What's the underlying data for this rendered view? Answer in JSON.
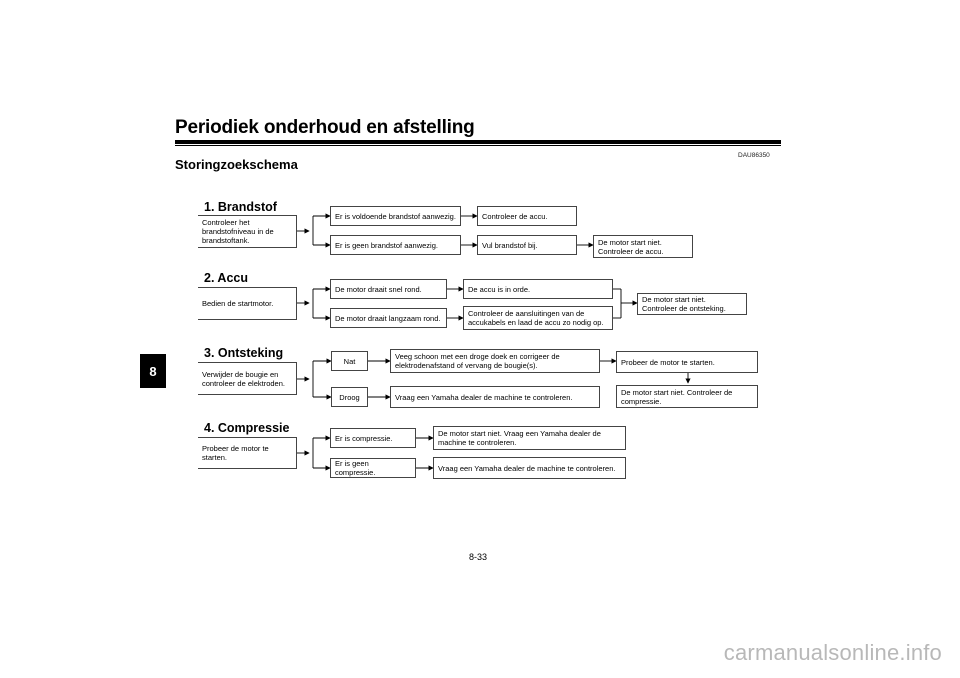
{
  "header": {
    "title": "Periodiek onderhoud en afstelling",
    "section": "Storingzoekschema",
    "code": "DAU86350",
    "chapter": "8"
  },
  "sections": {
    "fuel": {
      "title": "1. Brandstof",
      "start": "Controleer het brandstofniveau in de brandstoftank.",
      "yes": "Er is voldoende brandstof aanwezig.",
      "yes_next": "Controleer de accu.",
      "no": "Er is geen brandstof aanwezig.",
      "no_next": "Vul brandstof bij.",
      "result": "De motor start niet. Controleer de accu."
    },
    "battery": {
      "title": "2. Accu",
      "start": "Bedien de startmotor.",
      "fast": "De motor draait snel rond.",
      "fast_next": "De accu is in orde.",
      "slow": "De motor draait langzaam rond.",
      "slow_next": "Controleer de aansluitingen van de accukabels en laad de accu zo nodig op.",
      "result": "De motor start niet. Controleer de ontsteking."
    },
    "ignition": {
      "title": "3. Ontsteking",
      "start": "Verwijder de bougie en controleer de elektroden.",
      "wet": "Nat",
      "wet_next": "Veeg schoon met een droge doek en corrigeer de elektrodenafstand of vervang de bougie(s).",
      "wet_final": "Probeer de motor te starten.",
      "dry": "Droog",
      "dry_next": "Vraag een Yamaha dealer de machine te controleren.",
      "result": "De motor start niet. Controleer de compressie."
    },
    "compression": {
      "title": "4. Compressie",
      "start": "Probeer de motor te starten.",
      "yes": "Er is compressie.",
      "yes_next": "De motor start niet. Vraag een Yamaha dealer de machine te controleren.",
      "no": "Er is geen compressie.",
      "no_next": "Vraag een Yamaha dealer de machine te controleren."
    }
  },
  "footer": {
    "page": "8-33",
    "watermark": "carmanualsonline.info"
  }
}
